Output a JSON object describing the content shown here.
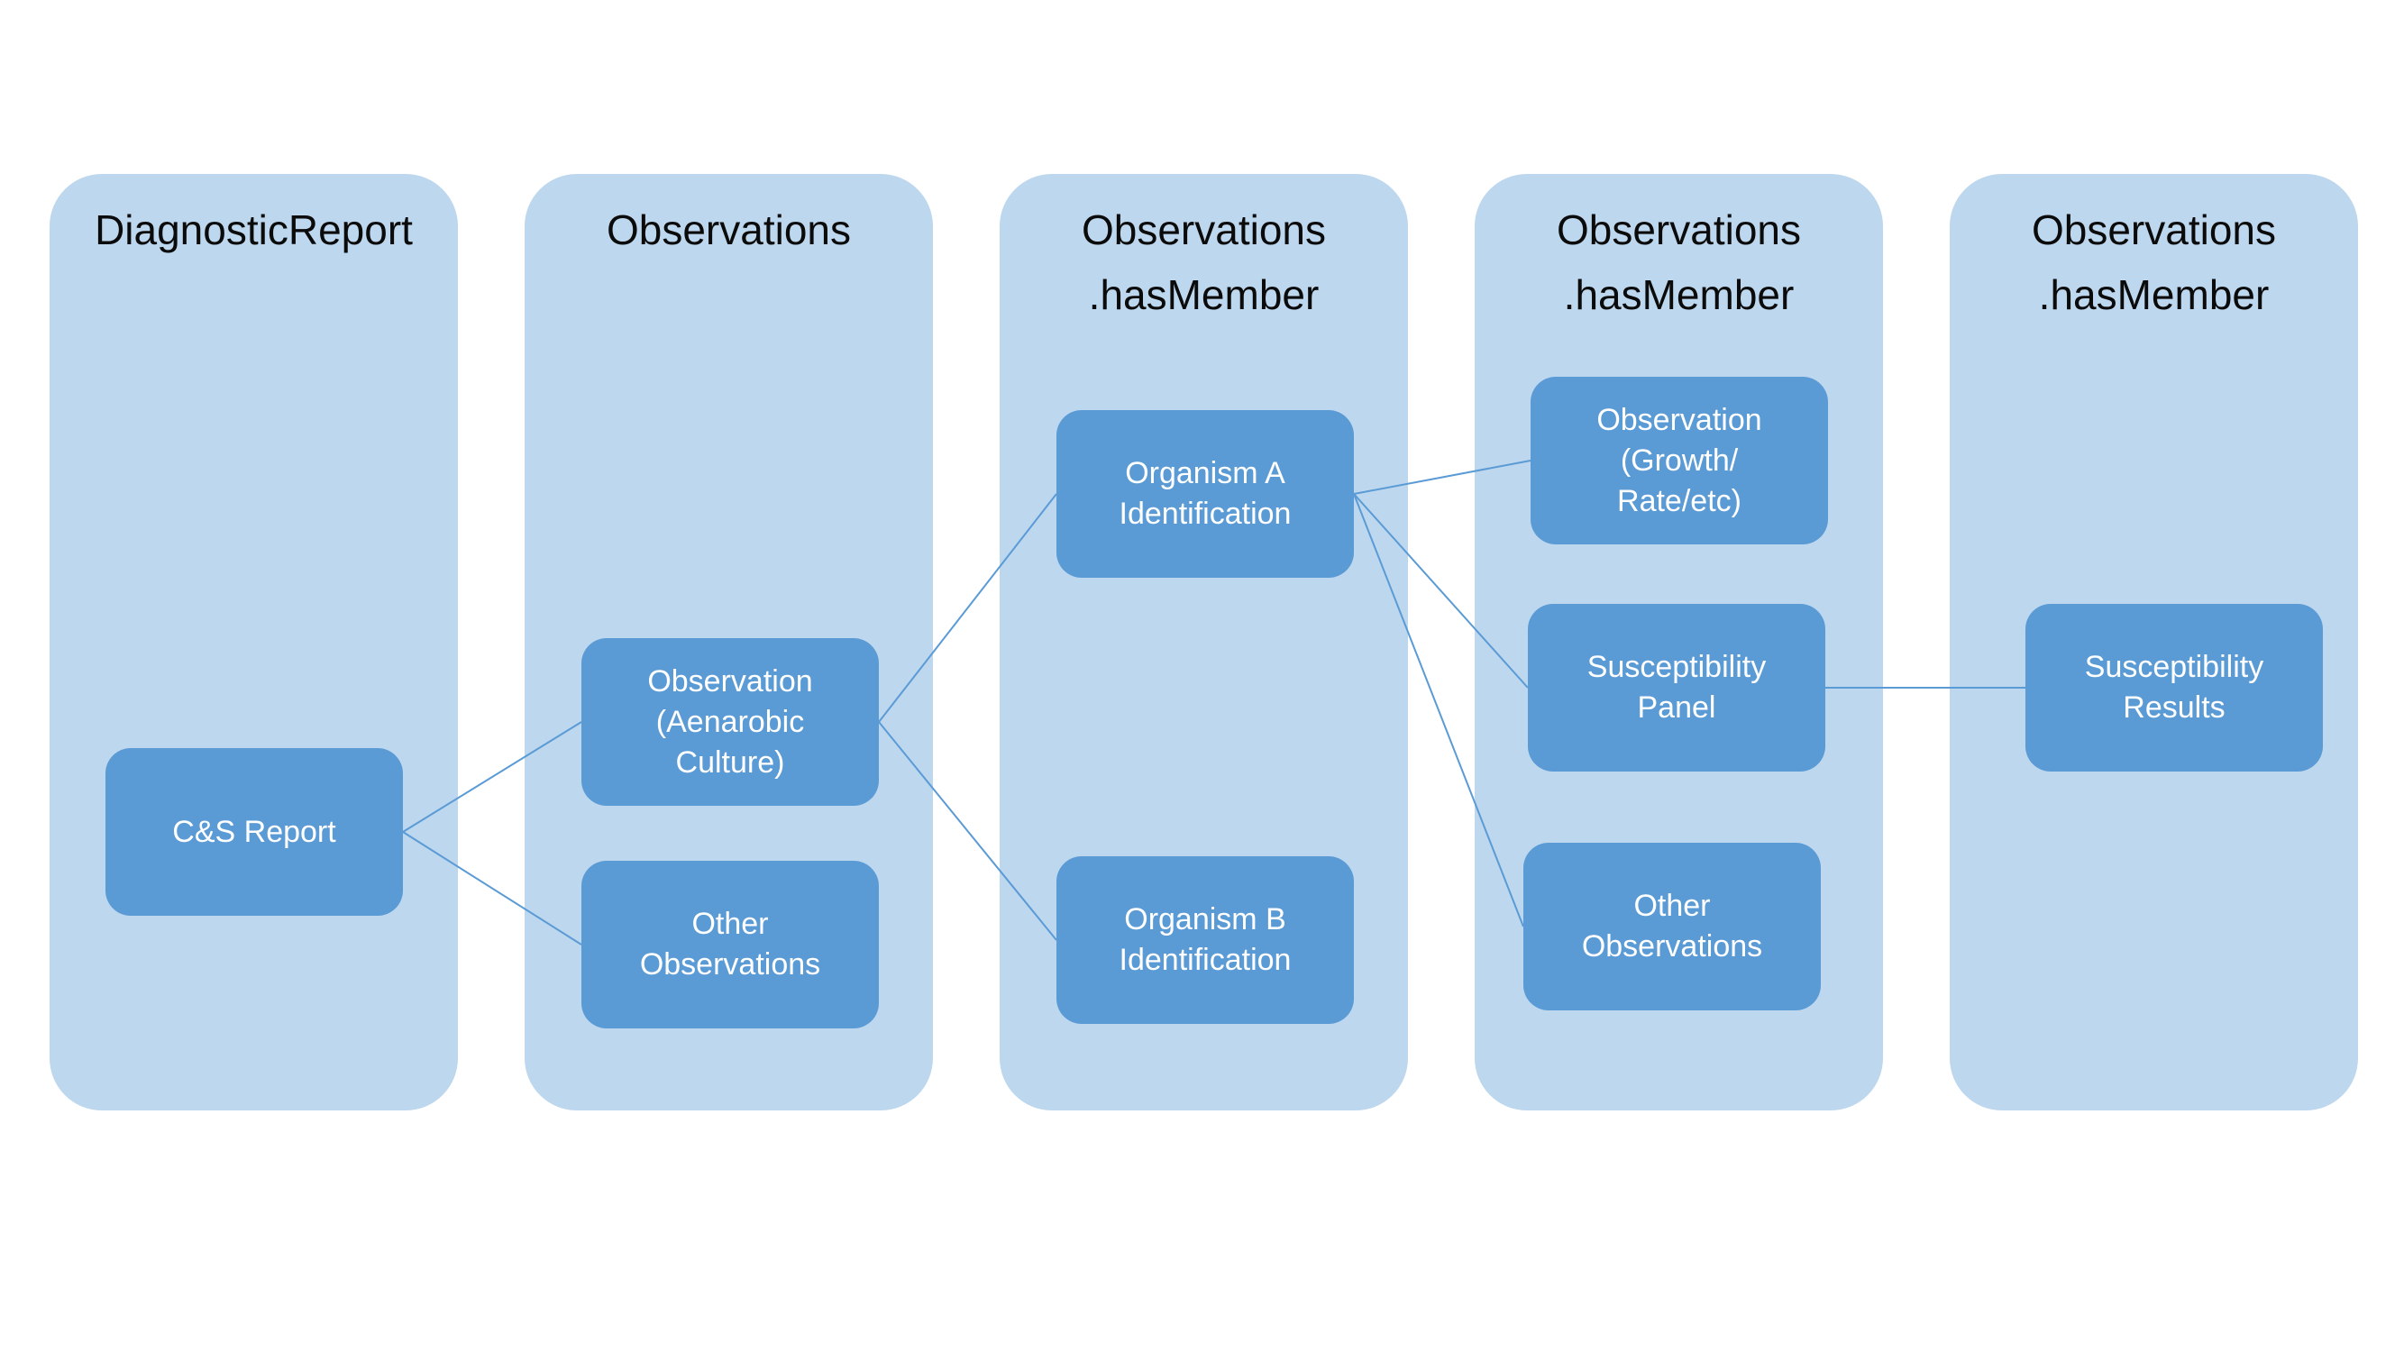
{
  "palette": {
    "background": "#ffffff",
    "column_fill": "#BDD7EE",
    "node_fill": "#5B9BD5",
    "node_text": "#ffffff",
    "header_text": "#0b0b0b",
    "connector": "#5B9BD5"
  },
  "columns": [
    {
      "id": "diagnostic-report",
      "title": "DiagnosticReport"
    },
    {
      "id": "observations",
      "title": "Observations"
    },
    {
      "id": "observations-hasmember-1",
      "title": "Observations\n.hasMember"
    },
    {
      "id": "observations-hasmember-2",
      "title": "Observations\n.hasMember"
    },
    {
      "id": "observations-hasmember-3",
      "title": "Observations\n.hasMember"
    }
  ],
  "nodes": {
    "cs_report": {
      "label": "C&S Report"
    },
    "aenarobic_culture": {
      "label": "Observation\n(Aenarobic\nCulture)"
    },
    "other_observations_1": {
      "label": "Other\nObservations"
    },
    "organism_a": {
      "label": "Organism A\nIdentification"
    },
    "organism_b": {
      "label": "Organism B\nIdentification"
    },
    "growth_rate": {
      "label": "Observation\n(Growth/\nRate/etc)"
    },
    "susceptibility_panel": {
      "label": "Susceptibility\nPanel"
    },
    "other_observations_2": {
      "label": "Other\nObservations"
    },
    "susceptibility_results": {
      "label": "Susceptibility\nResults"
    }
  },
  "edges": [
    {
      "from": "cs_report",
      "to": "aenarobic_culture"
    },
    {
      "from": "cs_report",
      "to": "other_observations_1"
    },
    {
      "from": "aenarobic_culture",
      "to": "organism_a"
    },
    {
      "from": "aenarobic_culture",
      "to": "organism_b"
    },
    {
      "from": "organism_a",
      "to": "growth_rate"
    },
    {
      "from": "organism_a",
      "to": "susceptibility_panel"
    },
    {
      "from": "organism_a",
      "to": "other_observations_2"
    },
    {
      "from": "susceptibility_panel",
      "to": "susceptibility_results"
    }
  ]
}
